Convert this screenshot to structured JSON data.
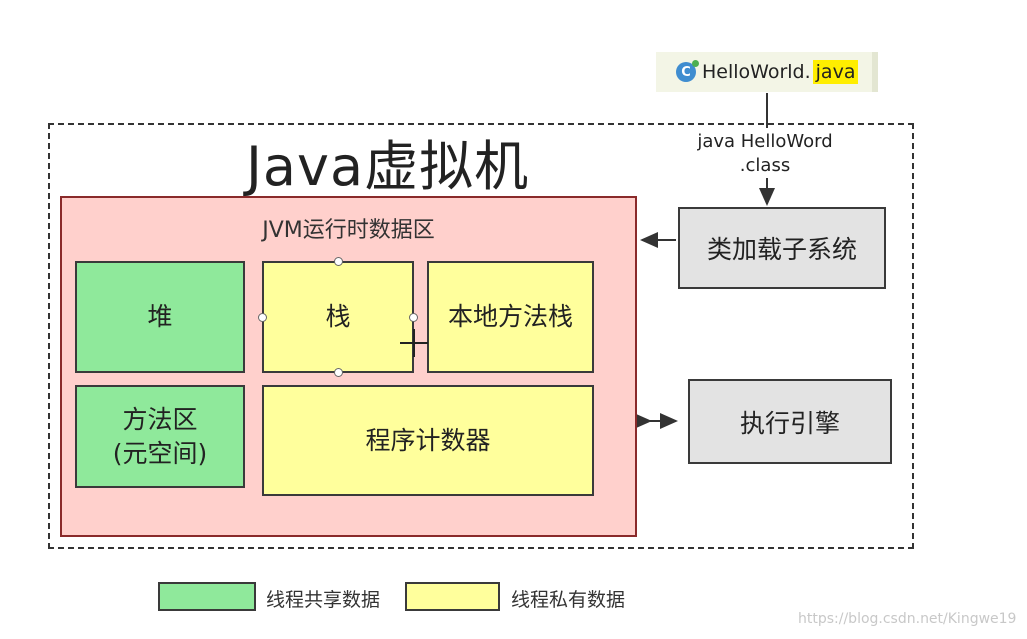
{
  "source_file": {
    "icon": "c-icon",
    "name": "HelloWorld.",
    "extension": "java"
  },
  "compile_command": {
    "line1": "java HelloWord",
    "line2": ".class"
  },
  "jvm": {
    "title": "Java虚拟机"
  },
  "runtime_area": {
    "title": "JVM运行时数据区",
    "heap": "堆",
    "stack": "栈",
    "native_method_stack": "本地方法栈",
    "method_area_line1": "方法区",
    "method_area_line2": "(元空间)",
    "pc_register": "程序计数器"
  },
  "subsystems": {
    "class_loader": "类加载子系统",
    "execution_engine": "执行引擎"
  },
  "legend": {
    "shared": "线程共享数据",
    "private": "线程私有数据"
  },
  "watermark": "https://blog.csdn.net/Kingwe19",
  "colors": {
    "shared": "#8fe99b",
    "private": "#ffff9c",
    "runtime_area": "#ffd0cc",
    "subsystem": "#e3e3e3",
    "highlight": "#ffee00"
  }
}
